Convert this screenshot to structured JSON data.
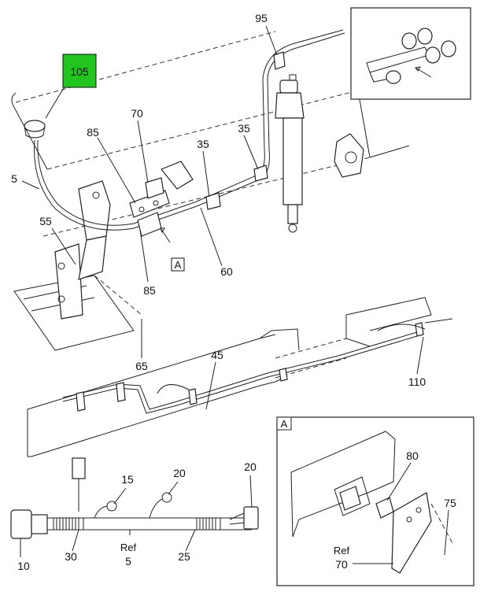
{
  "callouts": {
    "c105": "105",
    "c95": "95",
    "c70": "70",
    "c85_top": "85",
    "c35_a": "35",
    "c35_b": "35",
    "c5": "5",
    "c55": "55",
    "c85_bottom": "85",
    "c60": "60",
    "view_a_marker": "A",
    "c65": "65",
    "c45": "45",
    "c110": "110",
    "c15": "15",
    "c20_left": "20",
    "c20_right": "20",
    "c10": "10",
    "c30": "30",
    "ref_5_ref": "Ref",
    "ref_5_num": "5",
    "c25": "25",
    "detail_a_label": "A",
    "c80": "80",
    "c75": "75",
    "ref_70_ref": "Ref",
    "ref_70_num": "70"
  },
  "colors": {
    "highlight": "#22c41e",
    "line": "#222222",
    "background": "#ffffff"
  }
}
